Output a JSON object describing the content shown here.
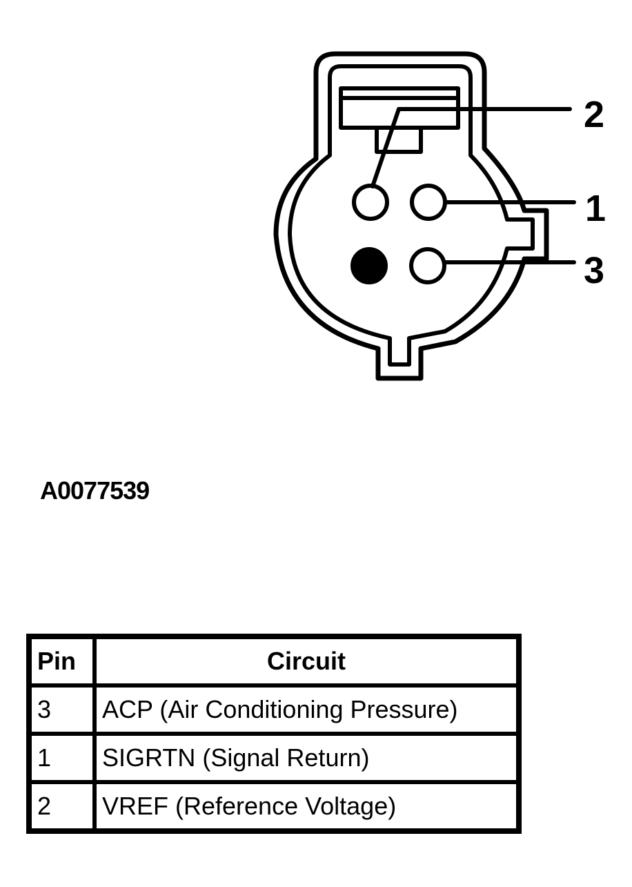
{
  "figure_id": "A0077539",
  "connector": {
    "pin_callouts": [
      "2",
      "1",
      "3"
    ]
  },
  "table": {
    "headers": {
      "pin": "Pin",
      "circuit": "Circuit"
    },
    "rows": [
      {
        "pin": "3",
        "circuit": "ACP (Air Conditioning Pressure)"
      },
      {
        "pin": "1",
        "circuit": "SIGRTN (Signal Return)"
      },
      {
        "pin": "2",
        "circuit": "VREF (Reference Voltage)"
      }
    ]
  }
}
